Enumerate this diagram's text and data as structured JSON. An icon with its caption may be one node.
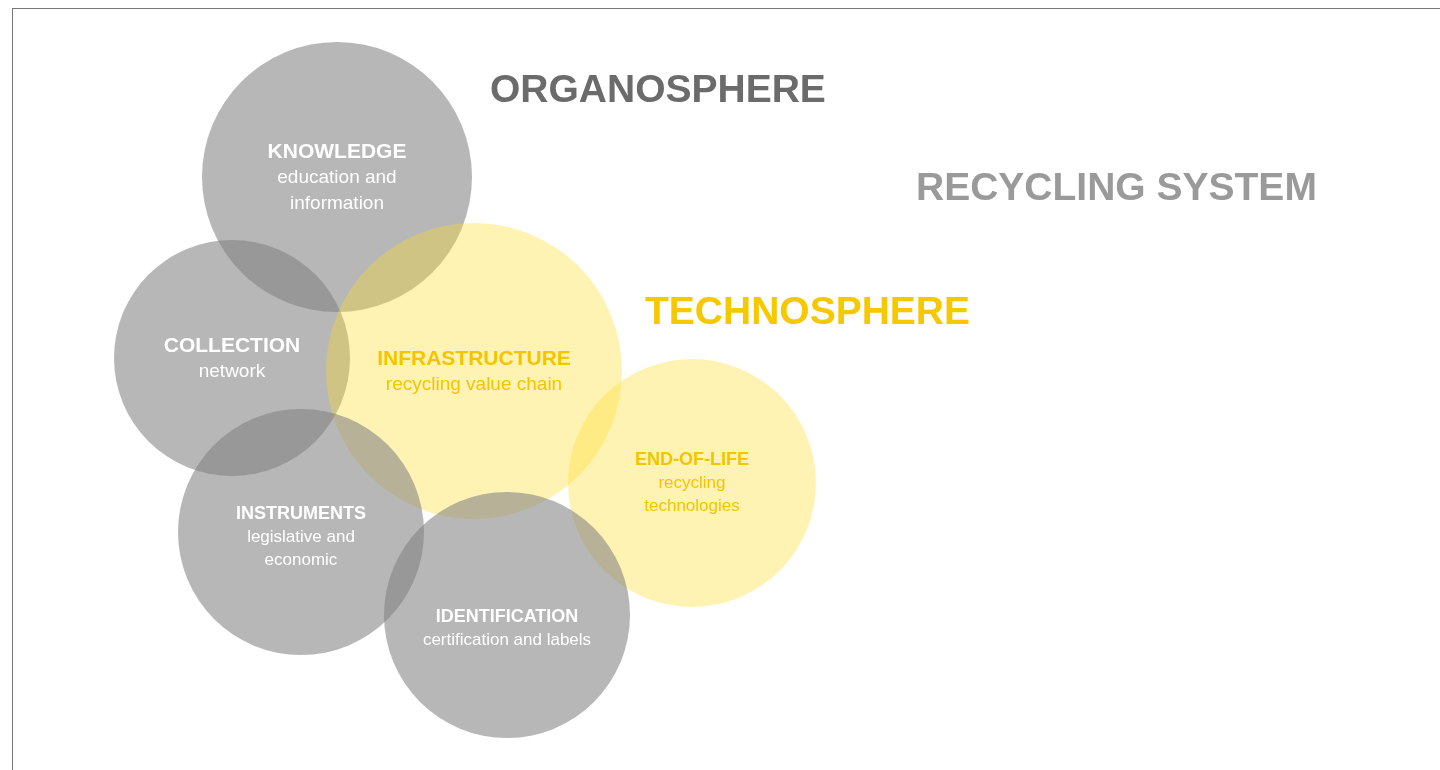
{
  "diagram": {
    "nodes": [
      {
        "text": [
          "KNOWLEDGE",
          "education and information"
        ]
      },
      {
        "text": [
          "COLLECTION",
          "network"
        ]
      },
      {
        "text": [
          "INFRASTRUCTURE",
          "recycling value chain"
        ]
      },
      {
        "text": [
          "INSTRUMENTS",
          "legislative and economic"
        ]
      },
      {
        "text": [
          "END-OF-LIFE",
          "recycling technologies"
        ]
      },
      {
        "text": [
          "IDENTIFICATION",
          "certification and labels"
        ]
      }
    ],
    "labels": [
      "ORGANOSPHERE",
      "RECYCLING SYSTEM",
      "TECHNOSPHERE"
    ]
  }
}
